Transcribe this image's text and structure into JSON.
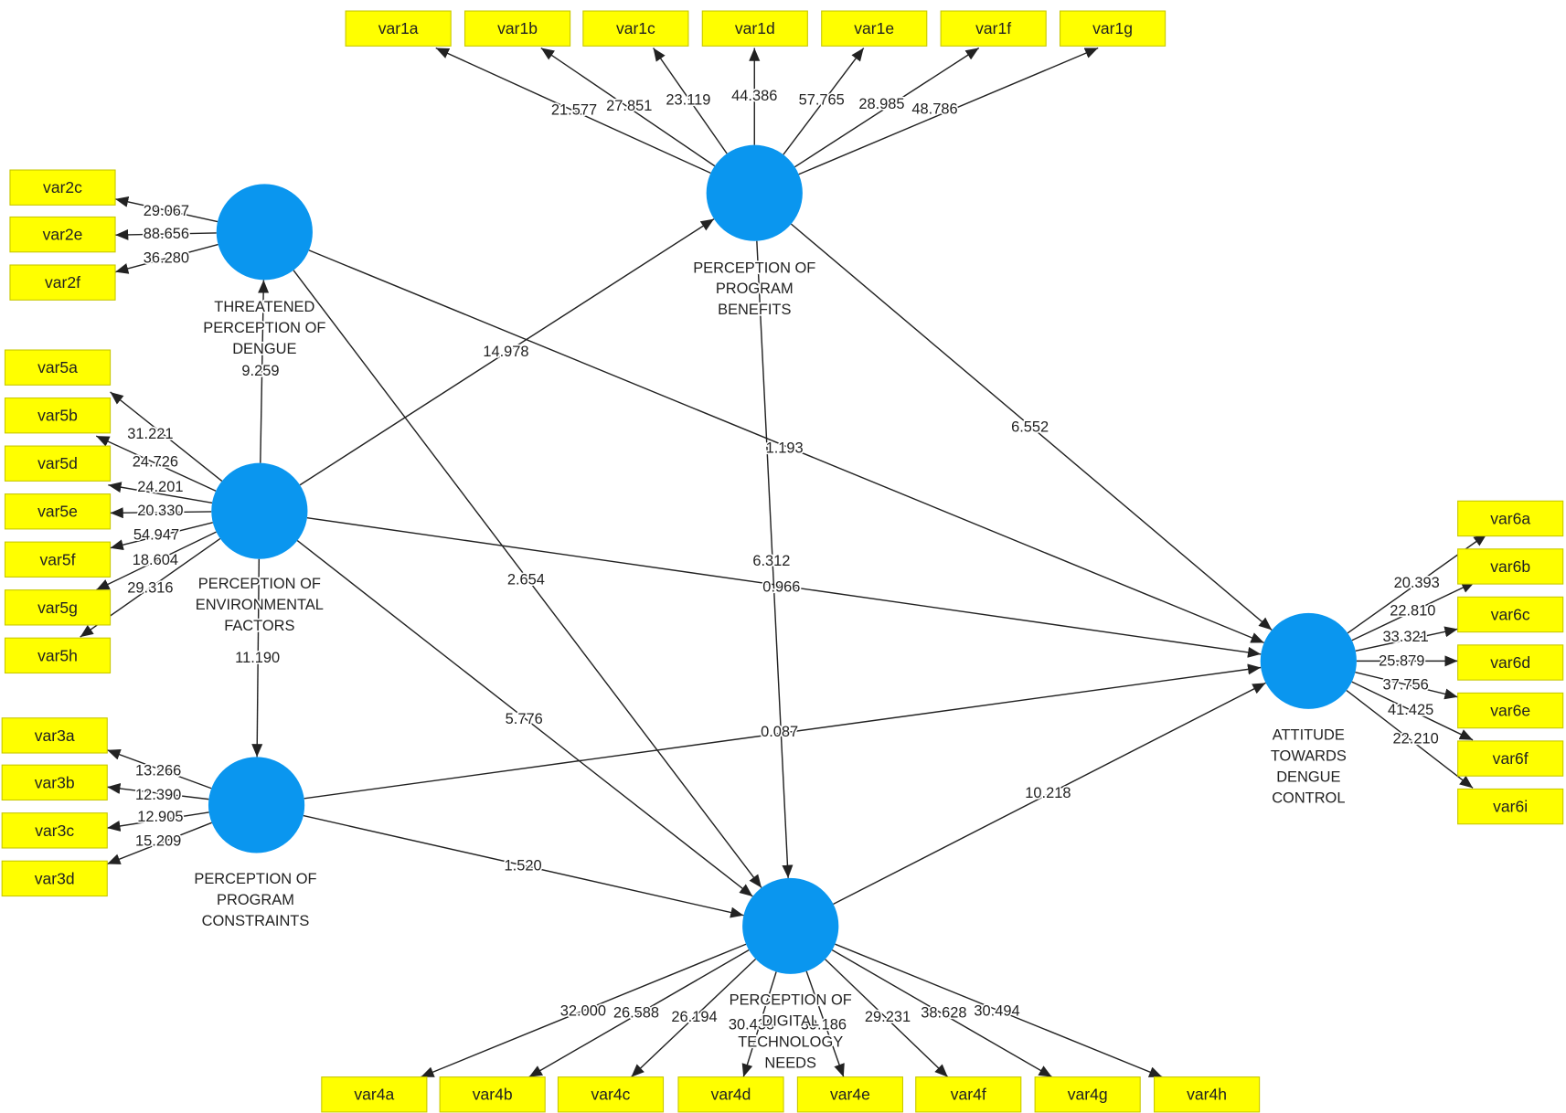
{
  "diagram": {
    "constructs": [
      {
        "label_lines": [
          "THREATENED",
          "PERCEPTION OF",
          "DENGUE"
        ]
      },
      {
        "label_lines": [
          "PERCEPTION OF",
          "PROGRAM",
          "BENEFITS"
        ]
      },
      {
        "label_lines": [
          "PERCEPTION OF",
          "ENVIRONMENTAL",
          "FACTORS"
        ]
      },
      {
        "label_lines": [
          "PERCEPTION OF",
          "PROGRAM",
          "CONSTRAINTS"
        ]
      },
      {
        "label_lines": [
          "PERCEPTION OF",
          "DIGITAL",
          "TECHNOLOGY",
          "NEEDS"
        ]
      },
      {
        "label_lines": [
          "ATTITUDE",
          "TOWARDS",
          "DENGUE",
          "CONTROL"
        ]
      }
    ],
    "paths": [
      {
        "from": 2,
        "to": 0,
        "value": "9.259"
      },
      {
        "from": 2,
        "to": 1,
        "value": "14.978"
      },
      {
        "from": 2,
        "to": 5,
        "value": "0.966"
      },
      {
        "from": 2,
        "to": 3,
        "value": "11.190"
      },
      {
        "from": 2,
        "to": 4,
        "value": "5.776"
      },
      {
        "from": 0,
        "to": 5,
        "value": "1.193"
      },
      {
        "from": 0,
        "to": 4,
        "value": "2.654"
      },
      {
        "from": 1,
        "to": 5,
        "value": "6.552"
      },
      {
        "from": 1,
        "to": 4,
        "value": "6.312"
      },
      {
        "from": 3,
        "to": 5,
        "value": "0.087"
      },
      {
        "from": 3,
        "to": 4,
        "value": "1.520"
      },
      {
        "from": 4,
        "to": 5,
        "value": "10.218"
      }
    ],
    "indicators": [
      {
        "label": "var1a",
        "construct": 1,
        "loading": "21.577"
      },
      {
        "label": "var1b",
        "construct": 1,
        "loading": "27.851"
      },
      {
        "label": "var1c",
        "construct": 1,
        "loading": "23.119"
      },
      {
        "label": "var1d",
        "construct": 1,
        "loading": "44.386"
      },
      {
        "label": "var1e",
        "construct": 1,
        "loading": "57.765"
      },
      {
        "label": "var1f",
        "construct": 1,
        "loading": "28.985"
      },
      {
        "label": "var1g",
        "construct": 1,
        "loading": "48.786"
      },
      {
        "label": "var2c",
        "construct": 0,
        "loading": "29.067"
      },
      {
        "label": "var2e",
        "construct": 0,
        "loading": "88.656"
      },
      {
        "label": "var2f",
        "construct": 0,
        "loading": "36.280"
      },
      {
        "label": "var5a",
        "construct": 2,
        "loading": "31.221"
      },
      {
        "label": "var5b",
        "construct": 2,
        "loading": "24.726"
      },
      {
        "label": "var5d",
        "construct": 2,
        "loading": "24.201"
      },
      {
        "label": "var5e",
        "construct": 2,
        "loading": "20.330"
      },
      {
        "label": "var5f",
        "construct": 2,
        "loading": "54.947"
      },
      {
        "label": "var5g",
        "construct": 2,
        "loading": "18.604"
      },
      {
        "label": "var5h",
        "construct": 2,
        "loading": "29.316"
      },
      {
        "label": "var3a",
        "construct": 3,
        "loading": "13.266"
      },
      {
        "label": "var3b",
        "construct": 3,
        "loading": "12.390"
      },
      {
        "label": "var3c",
        "construct": 3,
        "loading": "12.905"
      },
      {
        "label": "var3d",
        "construct": 3,
        "loading": "15.209"
      },
      {
        "label": "var4a",
        "construct": 4,
        "loading": "32.000"
      },
      {
        "label": "var4b",
        "construct": 4,
        "loading": "26.588"
      },
      {
        "label": "var4c",
        "construct": 4,
        "loading": "26.194"
      },
      {
        "label": "var4d",
        "construct": 4,
        "loading": "30.438"
      },
      {
        "label": "var4e",
        "construct": 4,
        "loading": "39.186"
      },
      {
        "label": "var4f",
        "construct": 4,
        "loading": "29.231"
      },
      {
        "label": "var4g",
        "construct": 4,
        "loading": "38.628"
      },
      {
        "label": "var4h",
        "construct": 4,
        "loading": "30.494"
      },
      {
        "label": "var6a",
        "construct": 5,
        "loading": "20.393"
      },
      {
        "label": "var6b",
        "construct": 5,
        "loading": "22.810"
      },
      {
        "label": "var6c",
        "construct": 5,
        "loading": "33.321"
      },
      {
        "label": "var6d",
        "construct": 5,
        "loading": "25.879"
      },
      {
        "label": "var6e",
        "construct": 5,
        "loading": "37.756"
      },
      {
        "label": "var6f",
        "construct": 5,
        "loading": "41.425"
      },
      {
        "label": "var6i",
        "construct": 5,
        "loading": "22.210"
      }
    ],
    "colors": {
      "construct": "#0a96ef",
      "indicator": "#ffff00",
      "indicator_border": "#c8c800",
      "line": "#222222"
    }
  }
}
